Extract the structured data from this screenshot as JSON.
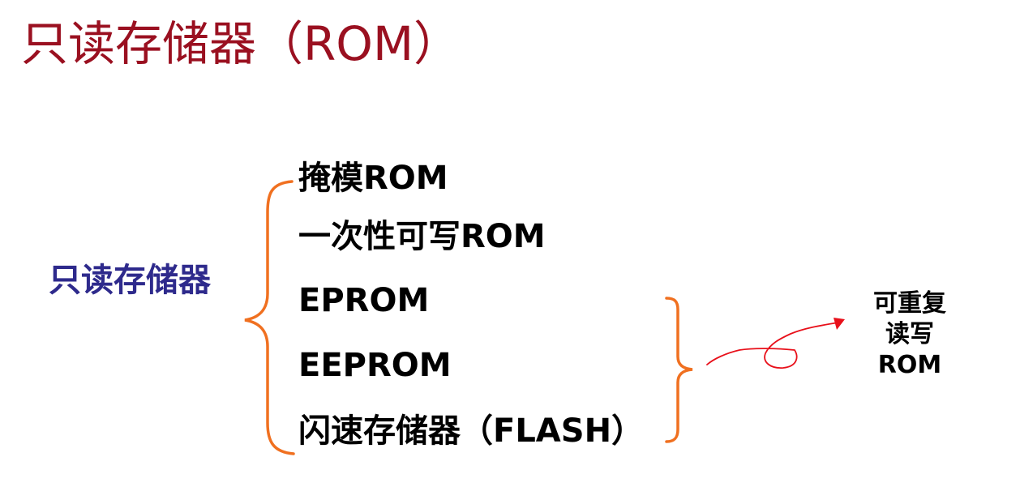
{
  "title": "只读存储器（ROM）",
  "root_label": "只读存储器",
  "items": [
    "掩模ROM",
    "一次性可写ROM",
    "EPROM",
    "EEPROM",
    "闪速存储器（FLASH）"
  ],
  "rewritable_note": [
    "可重复",
    "读写",
    "ROM"
  ],
  "colors": {
    "title": "#9a1020",
    "root_label": "#2e2a8c",
    "brace": "#f07020",
    "annotation": "#e8101a"
  },
  "icons": {
    "left_brace": "curly-brace-left",
    "right_brace": "curly-brace-right",
    "arrow": "hand-drawn-arrow"
  }
}
